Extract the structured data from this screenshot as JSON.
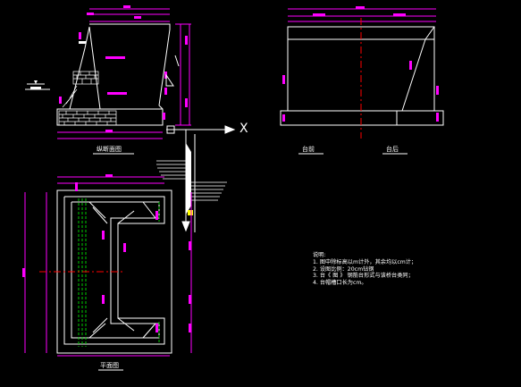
{
  "notes": {
    "heading": "说明:",
    "items": [
      "1. 图中除标高以m计外，其余均以cm计；",
      "2. 设图比例：20cm钻钢",
      "3. 台《 图 》 钢筋台形式与该桥台类同；",
      "4. 台帽槽口长为cm。"
    ]
  },
  "view_titles": {
    "front_section": "纵断面图",
    "side_left": "台前",
    "side_right": "台后",
    "plan": "平面图"
  },
  "axis_label": "X",
  "colors": {
    "line": "#ffffff",
    "dim": "#ff00ff",
    "hatch": "#ffffff",
    "centerline": "#ff0000",
    "hidden": "#00cc00",
    "cyan": "#00ffff",
    "yellow": "#ffff00"
  }
}
